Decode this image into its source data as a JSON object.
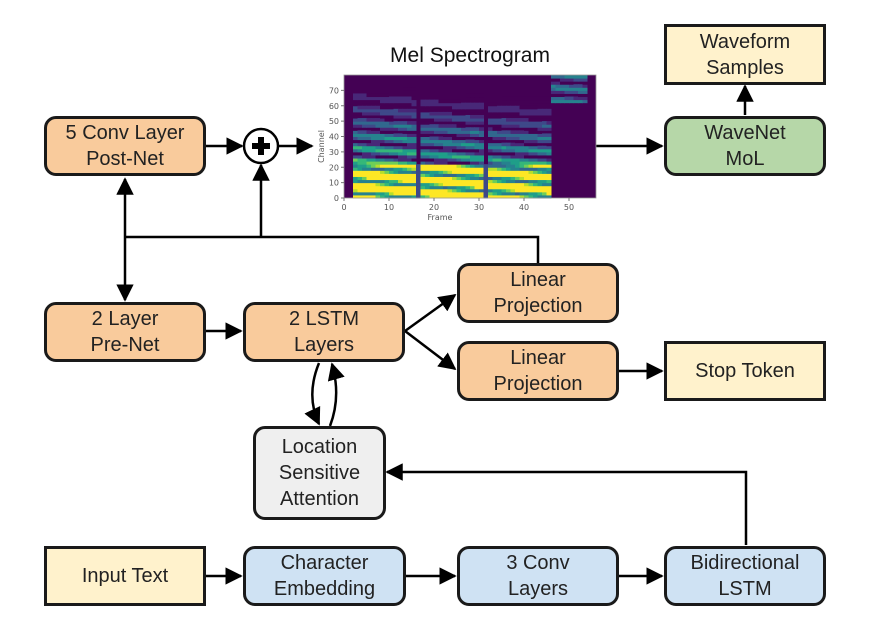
{
  "diagram": {
    "nodes": {
      "postnet": {
        "lines": [
          "5 Conv Layer",
          "Post-Net"
        ],
        "color": "#f9cb9c"
      },
      "prenet": {
        "lines": [
          "2 Layer",
          "Pre-Net"
        ],
        "color": "#f9cb9c"
      },
      "lstm": {
        "lines": [
          "2 LSTM",
          "Layers"
        ],
        "color": "#f9cb9c"
      },
      "linproj1": {
        "lines": [
          "Linear",
          "Projection"
        ],
        "color": "#f9cb9c"
      },
      "linproj2": {
        "lines": [
          "Linear",
          "Projection"
        ],
        "color": "#f9cb9c"
      },
      "stoptoken": {
        "lines": [
          "Stop Token"
        ],
        "color": "#fff2cc"
      },
      "wavenet": {
        "lines": [
          "WaveNet",
          "MoL"
        ],
        "color": "#b6d7a8"
      },
      "waveform": {
        "lines": [
          "Waveform",
          "Samples"
        ],
        "color": "#fff2cc"
      },
      "attention": {
        "lines": [
          "Location",
          "Sensitive",
          "Attention"
        ],
        "color": "#efefef"
      },
      "inputtext": {
        "lines": [
          "Input Text"
        ],
        "color": "#fff2cc"
      },
      "charemb": {
        "lines": [
          "Character",
          "Embedding"
        ],
        "color": "#cfe2f3"
      },
      "conv3": {
        "lines": [
          "3 Conv",
          "Layers"
        ],
        "color": "#cfe2f3"
      },
      "bilstm": {
        "lines": [
          "Bidirectional",
          "LSTM"
        ],
        "color": "#cfe2f3"
      }
    },
    "sum_symbol": "+",
    "spectrogram": {
      "title": "Mel Spectrogram",
      "xlabel": "Frame",
      "ylabel": "Channel",
      "xticks": [
        "0",
        "10",
        "20",
        "30",
        "40",
        "50"
      ],
      "yticks": [
        "0",
        "10",
        "20",
        "30",
        "40",
        "50",
        "60",
        "70"
      ],
      "xlim": [
        0,
        56
      ],
      "ylim": [
        0,
        80
      ],
      "colormap": "viridis"
    }
  }
}
